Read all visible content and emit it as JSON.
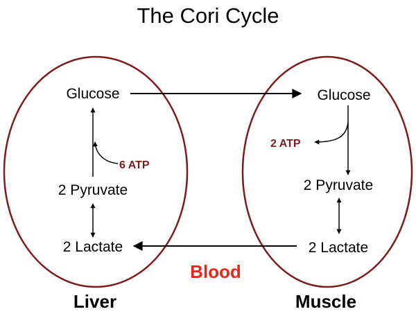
{
  "title": "The Cori Cycle",
  "colors": {
    "organ_outline": "#7b1b1b",
    "atp_text": "#7b1b1b",
    "blood_text": "#e8261c",
    "arrow": "#000000"
  },
  "liver": {
    "name": "Liver",
    "glucose": "Glucose",
    "pyruvate": "2 Pyruvate",
    "lactate": "2 Lactate",
    "atp": "6 ATP"
  },
  "muscle": {
    "name": "Muscle",
    "glucose": "Glucose",
    "pyruvate": "2 Pyruvate",
    "lactate": "2 Lactate",
    "atp": "2 ATP"
  },
  "blood": "Blood"
}
